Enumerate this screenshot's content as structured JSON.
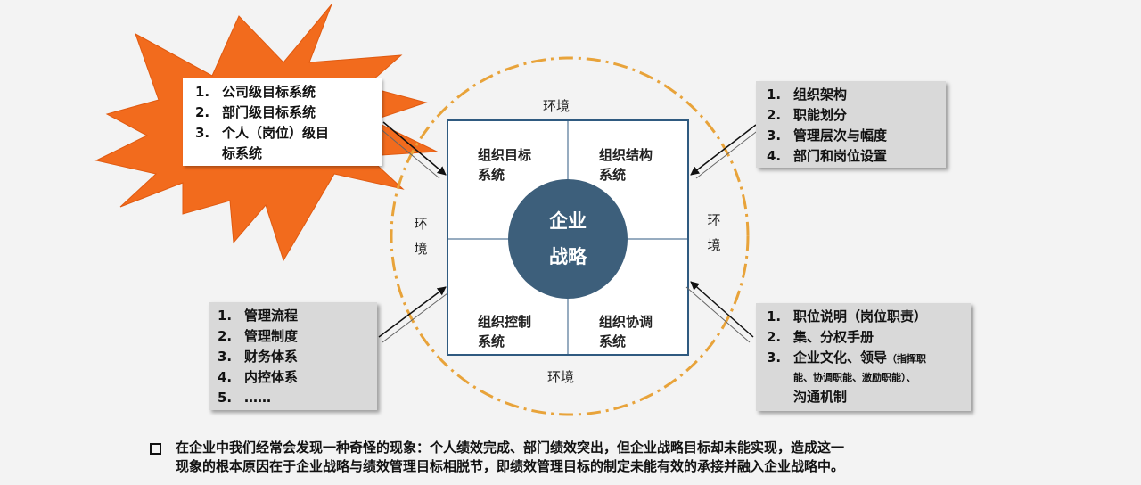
{
  "core": {
    "line1": "企业",
    "line2": "战略"
  },
  "environment": {
    "label": "环境",
    "left_1": "环",
    "left_2": "境",
    "right_1": "环",
    "right_2": "境"
  },
  "quadrants": [
    {
      "line1": "组织目标",
      "line2": "系统"
    },
    {
      "line1": "组织结构",
      "line2": "系统"
    },
    {
      "line1": "组织控制",
      "line2": "系统"
    },
    {
      "line1": "组织协调",
      "line2": "系统"
    }
  ],
  "goal_systems": {
    "items": [
      {
        "num": "1.",
        "text": "公司级目标系统"
      },
      {
        "num": "2.",
        "text": "部门级目标系统"
      },
      {
        "num": "3.",
        "text": "个人（岗位）级目",
        "cont": "标系统"
      }
    ]
  },
  "structure_items": [
    {
      "num": "1.",
      "text": "组织架构"
    },
    {
      "num": "2.",
      "text": "职能划分"
    },
    {
      "num": "3.",
      "text": "管理层次与幅度"
    },
    {
      "num": "4.",
      "text": "部门和岗位设置"
    }
  ],
  "control_items": [
    {
      "num": "1.",
      "text": "管理流程"
    },
    {
      "num": "2.",
      "text": "管理制度"
    },
    {
      "num": "3.",
      "text": "财务体系"
    },
    {
      "num": "4.",
      "text": "内控体系"
    },
    {
      "num": "5.",
      "text": "……"
    }
  ],
  "coordination_items": {
    "i1": {
      "num": "1.",
      "text": "职位说明（岗位职责）"
    },
    "i2": {
      "num": "2.",
      "text": "集、分权手册"
    },
    "i3": {
      "num": "3.",
      "text": "企业文化、领导",
      "small": "（指挥职",
      "cont_small": "能、协调职能、激励职能）、",
      "cont2": "沟通机制"
    }
  },
  "note": {
    "line1": "在企业中我们经常会发现一种奇怪的现象：个人绩效完成、部门绩效突出，但企业战略目标却未能实现，造成这一",
    "line2": "现象的根本原因在于企业战略与绩效管理目标相脱节，即绩效管理目标的制定未能有效的承接并融入企业战略中。"
  },
  "colors": {
    "core": "#3d5f7b",
    "burst": "#f26b1d",
    "ring": "#e8a33a",
    "frame": "#2f5a80"
  }
}
